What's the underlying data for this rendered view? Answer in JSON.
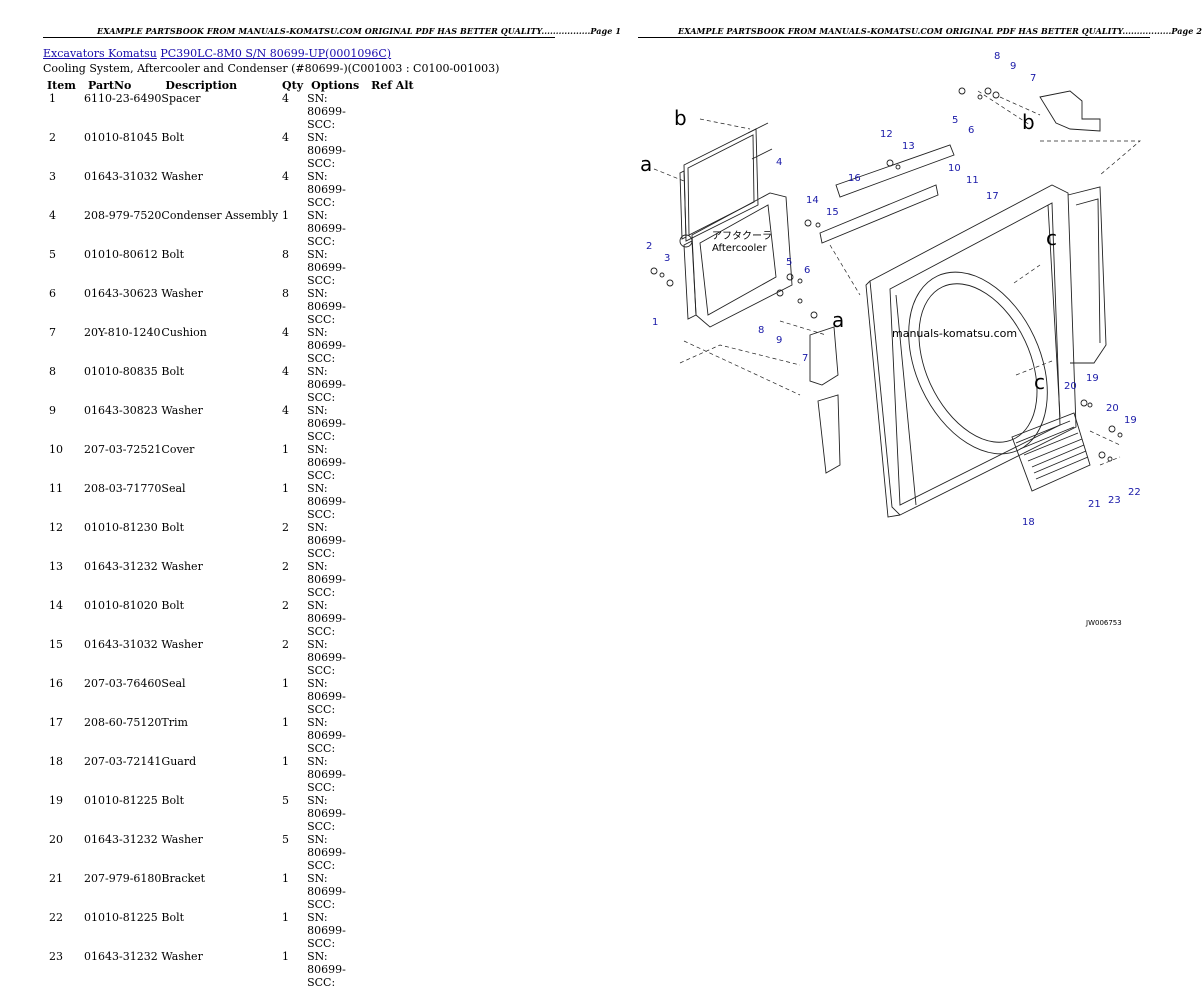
{
  "headers": {
    "left": "EXAMPLE PARTSBOOK FROM MANUALS-KOMATSU.COM ORIGINAL PDF HAS BETTER QUALITY.................Page 1",
    "right": "EXAMPLE PARTSBOOK FROM MANUALS-KOMATSU.COM ORIGINAL PDF HAS BETTER QUALITY.................Page 2"
  },
  "breadcrumb": {
    "category": "Excavators Komatsu",
    "model": "PC390LC-8M0 S/N 80699-UP(0001096C)"
  },
  "subtitle": "Cooling System, Aftercooler and Condenser (#80699-)(C001003 : C0100-001003)",
  "table": {
    "columns": [
      "Item",
      "PartNo",
      "Description",
      "Qty",
      "Options",
      "Ref Alt"
    ],
    "rows": [
      {
        "item": "1",
        "part": "6110-23-6490",
        "desc": "Spacer",
        "qty": "4",
        "opt": "SN: 80699-SCC:"
      },
      {
        "item": "2",
        "part": "01010-81045",
        "desc": "Bolt",
        "qty": "4",
        "opt": "SN: 80699-SCC:"
      },
      {
        "item": "3",
        "part": "01643-31032",
        "desc": "Washer",
        "qty": "4",
        "opt": "SN: 80699-SCC:"
      },
      {
        "item": "4",
        "part": "208-979-7520",
        "desc": "Condenser Assembly",
        "qty": "1",
        "opt": "SN: 80699-SCC:"
      },
      {
        "item": "5",
        "part": "01010-80612",
        "desc": "Bolt",
        "qty": "8",
        "opt": "SN: 80699-SCC:"
      },
      {
        "item": "6",
        "part": "01643-30623",
        "desc": "Washer",
        "qty": "8",
        "opt": "SN: 80699-SCC:"
      },
      {
        "item": "7",
        "part": "20Y-810-1240",
        "desc": "Cushion",
        "qty": "4",
        "opt": "SN: 80699-SCC:"
      },
      {
        "item": "8",
        "part": "01010-80835",
        "desc": "Bolt",
        "qty": "4",
        "opt": "SN: 80699-SCC:"
      },
      {
        "item": "9",
        "part": "01643-30823",
        "desc": "Washer",
        "qty": "4",
        "opt": "SN: 80699-SCC:"
      },
      {
        "item": "10",
        "part": "207-03-72521",
        "desc": "Cover",
        "qty": "1",
        "opt": "SN: 80699-SCC:"
      },
      {
        "item": "11",
        "part": "208-03-71770",
        "desc": "Seal",
        "qty": "1",
        "opt": "SN: 80699-SCC:"
      },
      {
        "item": "12",
        "part": "01010-81230",
        "desc": "Bolt",
        "qty": "2",
        "opt": "SN: 80699-SCC:"
      },
      {
        "item": "13",
        "part": "01643-31232",
        "desc": "Washer",
        "qty": "2",
        "opt": "SN: 80699-SCC:"
      },
      {
        "item": "14",
        "part": "01010-81020",
        "desc": "Bolt",
        "qty": "2",
        "opt": "SN: 80699-SCC:"
      },
      {
        "item": "15",
        "part": "01643-31032",
        "desc": "Washer",
        "qty": "2",
        "opt": "SN: 80699-SCC:"
      },
      {
        "item": "16",
        "part": "207-03-76460",
        "desc": "Seal",
        "qty": "1",
        "opt": "SN: 80699-SCC:"
      },
      {
        "item": "17",
        "part": "208-60-75120",
        "desc": "Trim",
        "qty": "1",
        "opt": "SN: 80699-SCC:"
      },
      {
        "item": "18",
        "part": "207-03-72141",
        "desc": "Guard",
        "qty": "1",
        "opt": "SN: 80699-SCC:"
      },
      {
        "item": "19",
        "part": "01010-81225",
        "desc": "Bolt",
        "qty": "5",
        "opt": "SN: 80699-SCC:"
      },
      {
        "item": "20",
        "part": "01643-31232",
        "desc": "Washer",
        "qty": "5",
        "opt": "SN: 80699-SCC:"
      },
      {
        "item": "21",
        "part": "207-979-6180",
        "desc": "Bracket",
        "qty": "1",
        "opt": "SN: 80699-SCC:"
      },
      {
        "item": "22",
        "part": "01010-81225",
        "desc": "Bolt",
        "qty": "1",
        "opt": "SN: 80699-SCC:"
      },
      {
        "item": "23",
        "part": "01643-31232",
        "desc": "Washer",
        "qty": "1",
        "opt": "SN: 80699-SCC:"
      }
    ]
  },
  "diagram": {
    "watermark": "manuals-komatsu.com",
    "drawing_id": "JW006753",
    "aftercooler_text_jp": "アフタクーラ",
    "aftercooler_text": "Aftercooler",
    "view_letters": [
      "a",
      "b",
      "c",
      "a",
      "b",
      "c"
    ],
    "callouts": [
      "8",
      "9",
      "7",
      "5",
      "6",
      "4",
      "12",
      "13",
      "10",
      "16",
      "11",
      "17",
      "14",
      "15",
      "2",
      "3",
      "1",
      "5",
      "6",
      "8",
      "9",
      "7",
      "20",
      "19",
      "20",
      "19",
      "21",
      "23",
      "22",
      "18"
    ]
  }
}
